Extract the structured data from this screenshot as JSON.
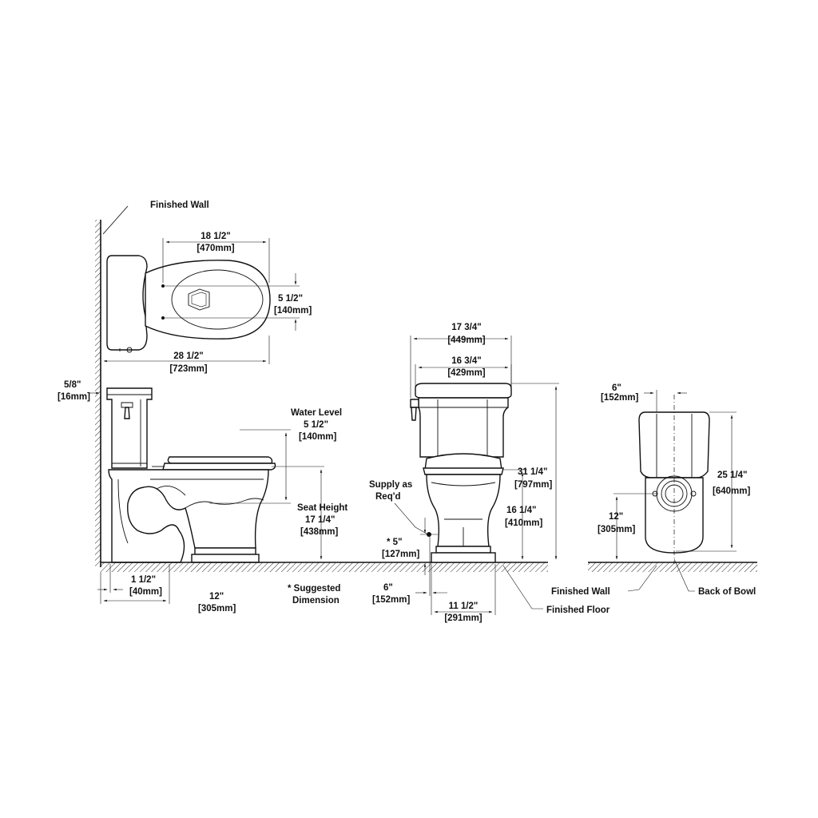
{
  "labels": {
    "finished_wall_top": "Finished Wall",
    "dim_18_5_in": "18 1/2\"",
    "dim_18_5_mm": "[470mm]",
    "dim_5_5_in": "5 1/2\"",
    "dim_5_5_mm": "[140mm]",
    "dim_28_5_in": "28 1/2\"",
    "dim_28_5_mm": "[723mm]",
    "dim_5_8_in": "5/8\"",
    "dim_5_8_mm": "[16mm]",
    "water_level": "Water Level",
    "water_level_in": "5 1/2\"",
    "water_level_mm": "[140mm]",
    "seat_height": "Seat Height",
    "seat_height_in": "17 1/4\"",
    "seat_height_mm": "[438mm]",
    "dim_1_5_in": "1 1/2\"",
    "dim_1_5_mm": "[40mm]",
    "dim_12_in": "12\"",
    "dim_12_mm": "[305mm]",
    "suggested_1": "* Suggested",
    "suggested_2": "Dimension",
    "dim_17_75_in": "17 3/4\"",
    "dim_17_75_mm": "[449mm]",
    "dim_16_75_in": "16 3/4\"",
    "dim_16_75_mm": "[429mm]",
    "dim_31_25_in": "31 1/4\"",
    "dim_31_25_mm": "[797mm]",
    "dim_16_25_in": "16 1/4\"",
    "dim_16_25_mm": "[410mm]",
    "supply_1": "Supply as",
    "supply_2": "Req'd",
    "dim_5_in": "* 5\"",
    "dim_5_mm": "[127mm]",
    "dim_6_front_in": "6\"",
    "dim_6_front_mm": "[152mm]",
    "dim_11_5_in": "11 1/2\"",
    "dim_11_5_mm": "[291mm]",
    "finished_floor": "Finished Floor",
    "dim_6_rear_in": "6\"",
    "dim_6_rear_mm": "[152mm]",
    "dim_25_25_in": "25 1/4\"",
    "dim_25_25_mm": "[640mm]",
    "dim_12_rear_in": "12\"",
    "dim_12_rear_mm": "[305mm]",
    "finished_wall_bottom": "Finished Wall",
    "back_of_bowl": "Back of Bowl"
  }
}
